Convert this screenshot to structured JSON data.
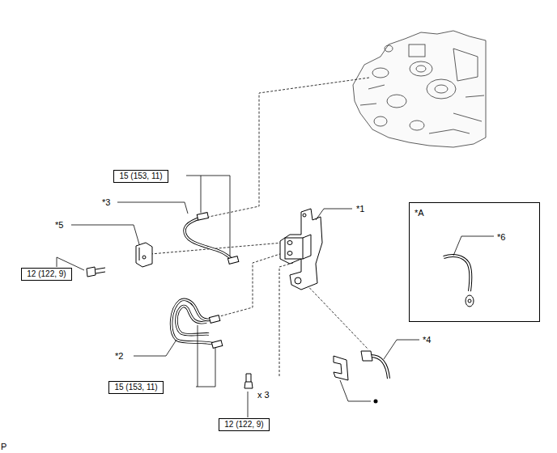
{
  "diagram": {
    "nodes": [
      {
        "text": [
          "15 (153, 11)"
        ]
      },
      {
        "text": [
          "*A",
          "*6"
        ]
      },
      {
        "text": [
          "12 (122, 9)"
        ]
      },
      {
        "text": [
          "15 (153, 11)"
        ]
      },
      {
        "text": [
          "12 (122, 9)"
        ]
      }
    ],
    "labels": [
      "*3",
      "*5",
      "*1",
      "*2",
      "*4",
      "x 3",
      "P"
    ]
  }
}
